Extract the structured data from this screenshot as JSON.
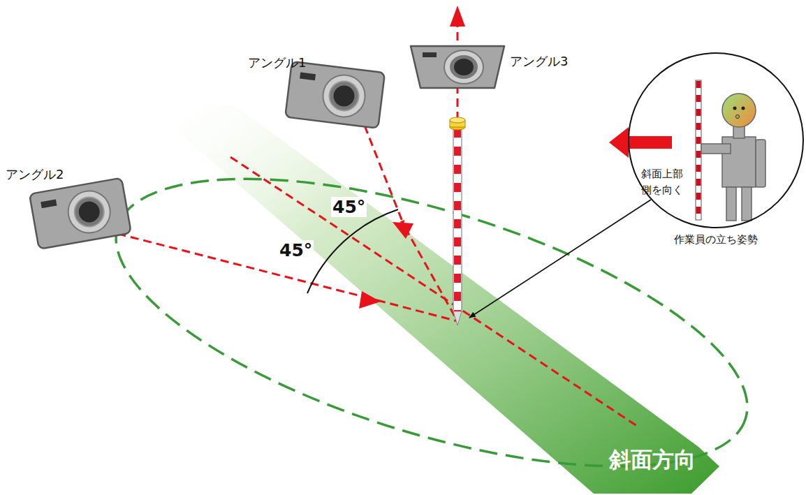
{
  "diagram": {
    "nodes": [
      {
        "text": [
          "斜面方向"
        ]
      },
      {
        "text": [
          "斜面上部 側を向く",
          "作業員の立ち姿勢"
        ]
      }
    ],
    "labels": [
      "アングル1",
      "アングル2",
      "アングル3",
      "45°",
      "45°"
    ]
  }
}
